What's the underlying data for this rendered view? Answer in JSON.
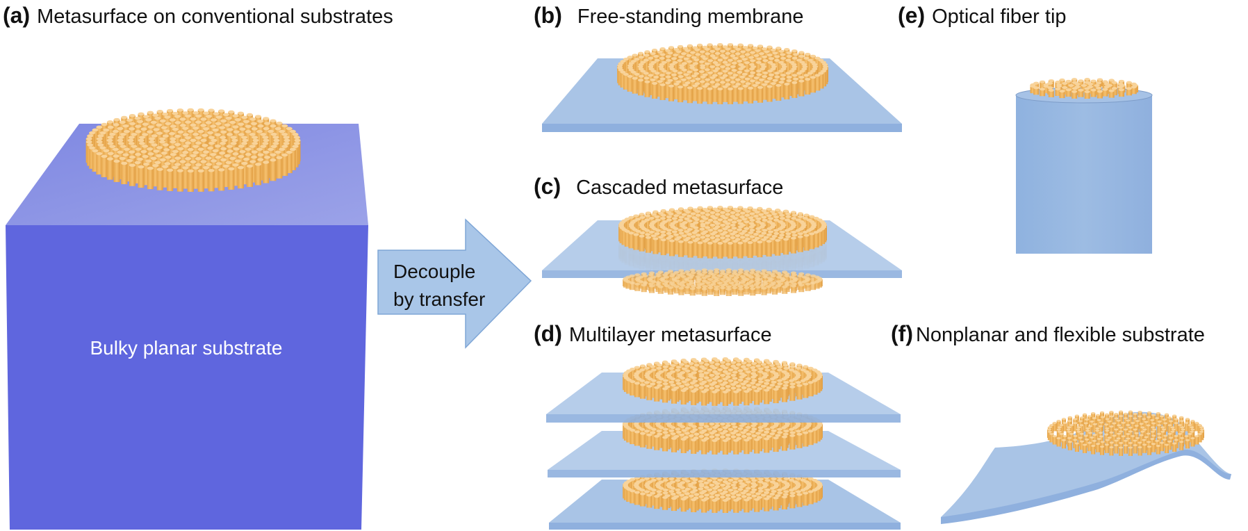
{
  "figure": {
    "panels": [
      {
        "id": "a",
        "tag": "(a)",
        "title": "Metasurface on conventional substrates",
        "substrate_label": "Bulky planar substrate"
      },
      {
        "id": "b",
        "tag": "(b)",
        "title": "Free-standing membrane"
      },
      {
        "id": "c",
        "tag": "(c)",
        "title": "Cascaded metasurface"
      },
      {
        "id": "d",
        "tag": "(d)",
        "title": "Multilayer metasurface"
      },
      {
        "id": "e",
        "tag": "(e)",
        "title": "Optical fiber tip"
      },
      {
        "id": "f",
        "tag": "(f)",
        "title": "Nonplanar and flexible substrate"
      }
    ],
    "arrow": {
      "line1": "Decouple",
      "line2": "by transfer"
    },
    "colors": {
      "bulk_top": "#8f97e6",
      "bulk_front": "#5d63de",
      "membrane_top": "#a9c4e6",
      "membrane_edge": "#8fb0de",
      "pillar": "#f0b55c",
      "pillar_top": "#f8d39a",
      "arrow_fill": "#a9c6e8",
      "arrow_stroke": "#7fa6d6",
      "text": "#111111",
      "substrate_text": "#ffffff"
    }
  }
}
